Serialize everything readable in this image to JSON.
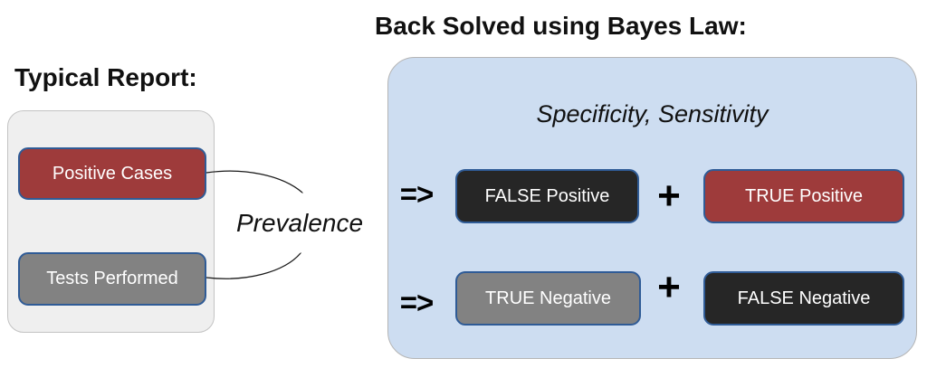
{
  "left_section": {
    "heading": "Typical Report:",
    "boxes": [
      {
        "label": "Positive Cases",
        "color": "#9e3b3b"
      },
      {
        "label": "Tests Performed",
        "color": "#828282"
      }
    ]
  },
  "prevalence_label": "Prevalence",
  "right_section": {
    "heading": "Back Solved using Bayes Law:",
    "subtitle": "Specificity, Sensitivity",
    "rows": [
      {
        "arrow": "=>",
        "left_box": {
          "label": "FALSE Positive",
          "color": "#262626"
        },
        "plus": "+",
        "right_box": {
          "label": "TRUE Positive",
          "color": "#9e3b3b"
        }
      },
      {
        "arrow": "=>",
        "left_box": {
          "label": "TRUE Negative",
          "color": "#828282"
        },
        "plus": "+",
        "right_box": {
          "label": "FALSE Negative",
          "color": "#262626"
        }
      }
    ]
  },
  "colors": {
    "red_box": "#9e3b3b",
    "dark_box": "#262626",
    "gray_box": "#828282",
    "box_border_blue": "#2f5b96",
    "left_panel_fill": "#efefef",
    "left_panel_border": "#c3c3c3",
    "right_panel_fill": "#cdddf1",
    "right_panel_border": "#b5b5b5",
    "box_text": "#ffffff",
    "text": "#111111"
  }
}
